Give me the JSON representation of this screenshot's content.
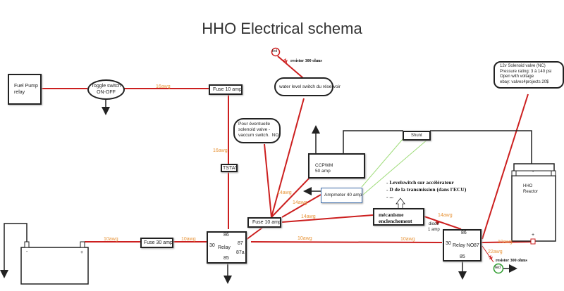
{
  "title": "HHO Electrical schema",
  "components": {
    "fuel_pump_relay": "Fuel Pump\nrelay",
    "toggle_switch": "Toggle switch\nON-OFF",
    "fuse_10_top": "Fuse 10 amp",
    "water_level_switch": "water level switch du réservoir",
    "led_top": "led",
    "resistor_top": "resistor 300 ohms",
    "solenoid_note": "Pour éventuelle\nsolenoid valve -\nvaccum switch.  NO",
    "tstat": "TSTAT",
    "ccpwm": "CCPWM\n50 amp",
    "shunt": "Shunt",
    "ammeter": "Ampmeter 40 amp",
    "solenoid_valve_info": "12v Solenoid valve (NC)\nPressure rating: 3 à 140 psi\nOpen with voltage\nebay: valves4projects 20$",
    "hho_reactor": "HHO\nReactor",
    "reactor_minus": "-",
    "reactor_plus": "+",
    "battery_minus": "-",
    "battery_plus": "+",
    "fuse_30": "Fuse 30 amp",
    "fuse_10_mid": "Fuse 10 amp",
    "relay_left": {
      "label": "Relay",
      "p86": "86",
      "p30": "30",
      "p87": "87",
      "p87a": "87a",
      "p85": "85"
    },
    "relay_right": {
      "label": "Relay NO",
      "p86": "86",
      "p30": "30",
      "p87": "87",
      "p85": "85"
    },
    "notes_list": [
      "- Levelswitch sur accélérateur",
      "- D de la transmission (dans l'ECU)",
      "- ..."
    ],
    "mecanisme": "mécanisme\nenclenchement",
    "diode": "diode\n1 amp",
    "resistor_bottom": "resistor 300 ohms",
    "led_bottom": "led"
  },
  "wire_labels": {
    "w16_top": "16awg",
    "w16_vert": "16awg",
    "w14_a": "14awg",
    "w14_b": "14awg",
    "w14_c": "14awg",
    "w14_d": "14awg",
    "w10_bat": "10awg",
    "w10_fuse": "10awg",
    "w10_mid1": "10awg",
    "w10_mid2": "10awg",
    "w10_reactor": "10awg",
    "w22": "22awg"
  },
  "colors": {
    "wire_red": "#cc1f1f",
    "wire_black": "#222222",
    "signal_green": "#9fdc7a",
    "label_orange": "#e8953a",
    "led_red": "#cc1f1f",
    "led_green": "#2a9a2a"
  }
}
